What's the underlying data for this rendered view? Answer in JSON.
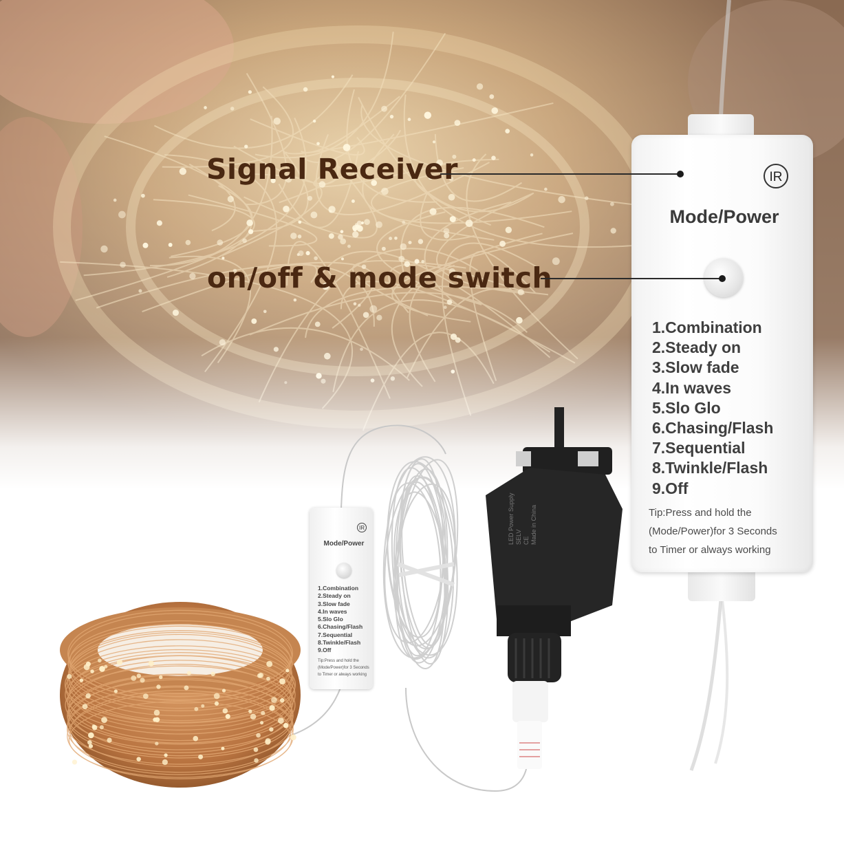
{
  "callouts": {
    "signal_receiver": "Signal Receiver",
    "mode_switch": "on/off & mode switch"
  },
  "controller": {
    "ir_badge": "IR",
    "title": "Mode/Power",
    "modes": [
      "1.Combination",
      "2.Steady on",
      "3.Slow fade",
      "4.In waves",
      "5.Slo Glo",
      "6.Chasing/Flash",
      "7.Sequential",
      "8.Twinkle/Flash",
      "9.Off"
    ],
    "tip_lines": [
      "Tip:Press and hold the",
      "(Mode/Power)for 3 Seconds",
      "to Timer or always working"
    ]
  },
  "mini_controller": {
    "ir_badge": "IR",
    "title": "Mode/Power",
    "modes": [
      "1.Combination",
      "2.Steady on",
      "3.Slow fade",
      "4.In waves",
      "5.Slo Glo",
      "6.Chasing/Flash",
      "7.Sequential",
      "8.Twinkle/Flash",
      "9.Off"
    ],
    "tip_lines": [
      "Tip:Press and hold the",
      "(Mode/Power)for 3 Seconds",
      "to Timer or always working"
    ]
  },
  "adapter": {
    "label_lines": [
      "LED Power Supply",
      "SELV",
      "CE",
      "Made in China"
    ]
  },
  "colors": {
    "callout_text": "#4a2812",
    "copper_wire": "#c07a45",
    "adapter_body": "#2a2a2a",
    "warm_light": "#fff2d0"
  }
}
